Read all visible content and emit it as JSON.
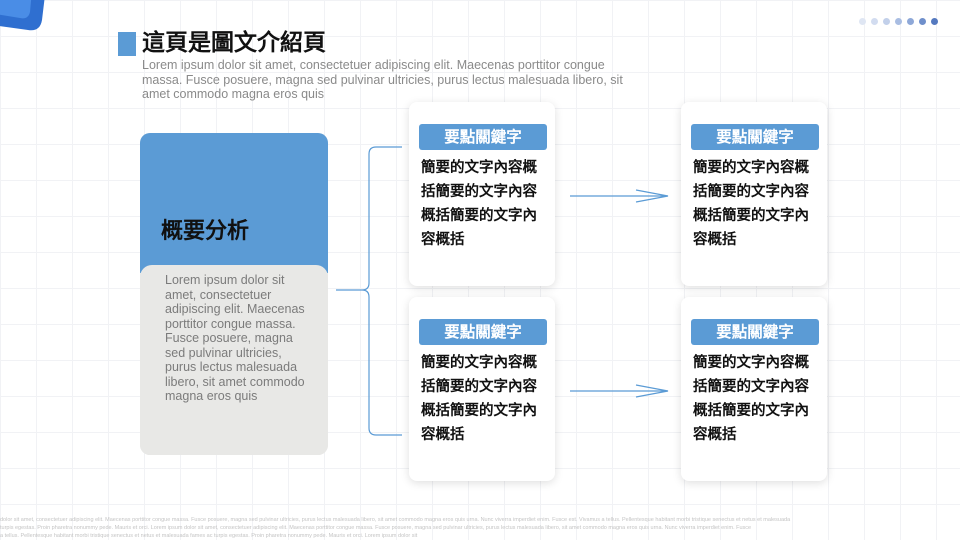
{
  "slide": {
    "title": "這頁是圖文介紹頁",
    "subtitle": "Lorem ipsum dolor sit amet, consectetuer adipiscing elit. Maecenas porttitor congue massa. Fusce posuere, magna sed pulvinar ultricies, purus lectus malesuada libero, sit amet commodo magna eros quis"
  },
  "overview": {
    "heading": "概要分析",
    "body": "Lorem ipsum dolor sit amet, consectetuer adipiscing elit. Maecenas porttitor congue massa. Fusce posuere, magna sed pulvinar ultricies, purus lectus malesuada libero, sit amet commodo magna eros quis"
  },
  "cards": [
    {
      "label": "要點關鍵字",
      "text": "簡要的文字內容概括簡要的文字內容概括簡要的文字內容概括"
    },
    {
      "label": "要點關鍵字",
      "text": "簡要的文字內容概括簡要的文字內容概括簡要的文字內容概括"
    },
    {
      "label": "要點關鍵字",
      "text": "簡要的文字內容概括簡要的文字內容概括簡要的文字內容概括"
    },
    {
      "label": "要點關鍵字",
      "text": "簡要的文字內容概括簡要的文字內容概括簡要的文字內容概括"
    }
  ],
  "footer": {
    "line1": "dolor sit amet, consectetuer adipiscing elit. Maecenas porttitor congue massa. Fusce posuere, magna sed pulvinar ultricies, purus lectus malesuada libero, sit amet commodo magna eros quis urna. Nunc viverra imperdiet enim. Fusce est. Vivamus a tellus. Pellentesque habitant morbi tristique senectus et netus et malesuada",
    "line2": "turpis egestas. Proin pharetra nonummy pede. Mauris et orci. Lorem ipsum dolor sit amet, consectetuer adipiscing elit. Maecenas porttitor congue massa. Fusce posuere, magna sed pulvinar ultricies, purus lectus malesuada libero, sit amet commodo magna eros quis urna. Nunc viverra imperdiet enim. Fusce",
    "line3": "a tellus. Pellentesque habitant morbi tristique senectus et netus et malesuada fames ac turpis egestas. Proin pharetra nonummy pede. Mauris et orci. Lorem ipsum dolor sit"
  },
  "colors": {
    "accent": "#5b9bd5",
    "panel": "#e8e8e6",
    "connector": "#5b9bd5"
  },
  "decor": {
    "dot_colors": [
      "#dfe6f3",
      "#d2dcf0",
      "#c2d0ea",
      "#a9bde2",
      "#8ea8d8",
      "#6f8fcb",
      "#5479bf"
    ]
  }
}
